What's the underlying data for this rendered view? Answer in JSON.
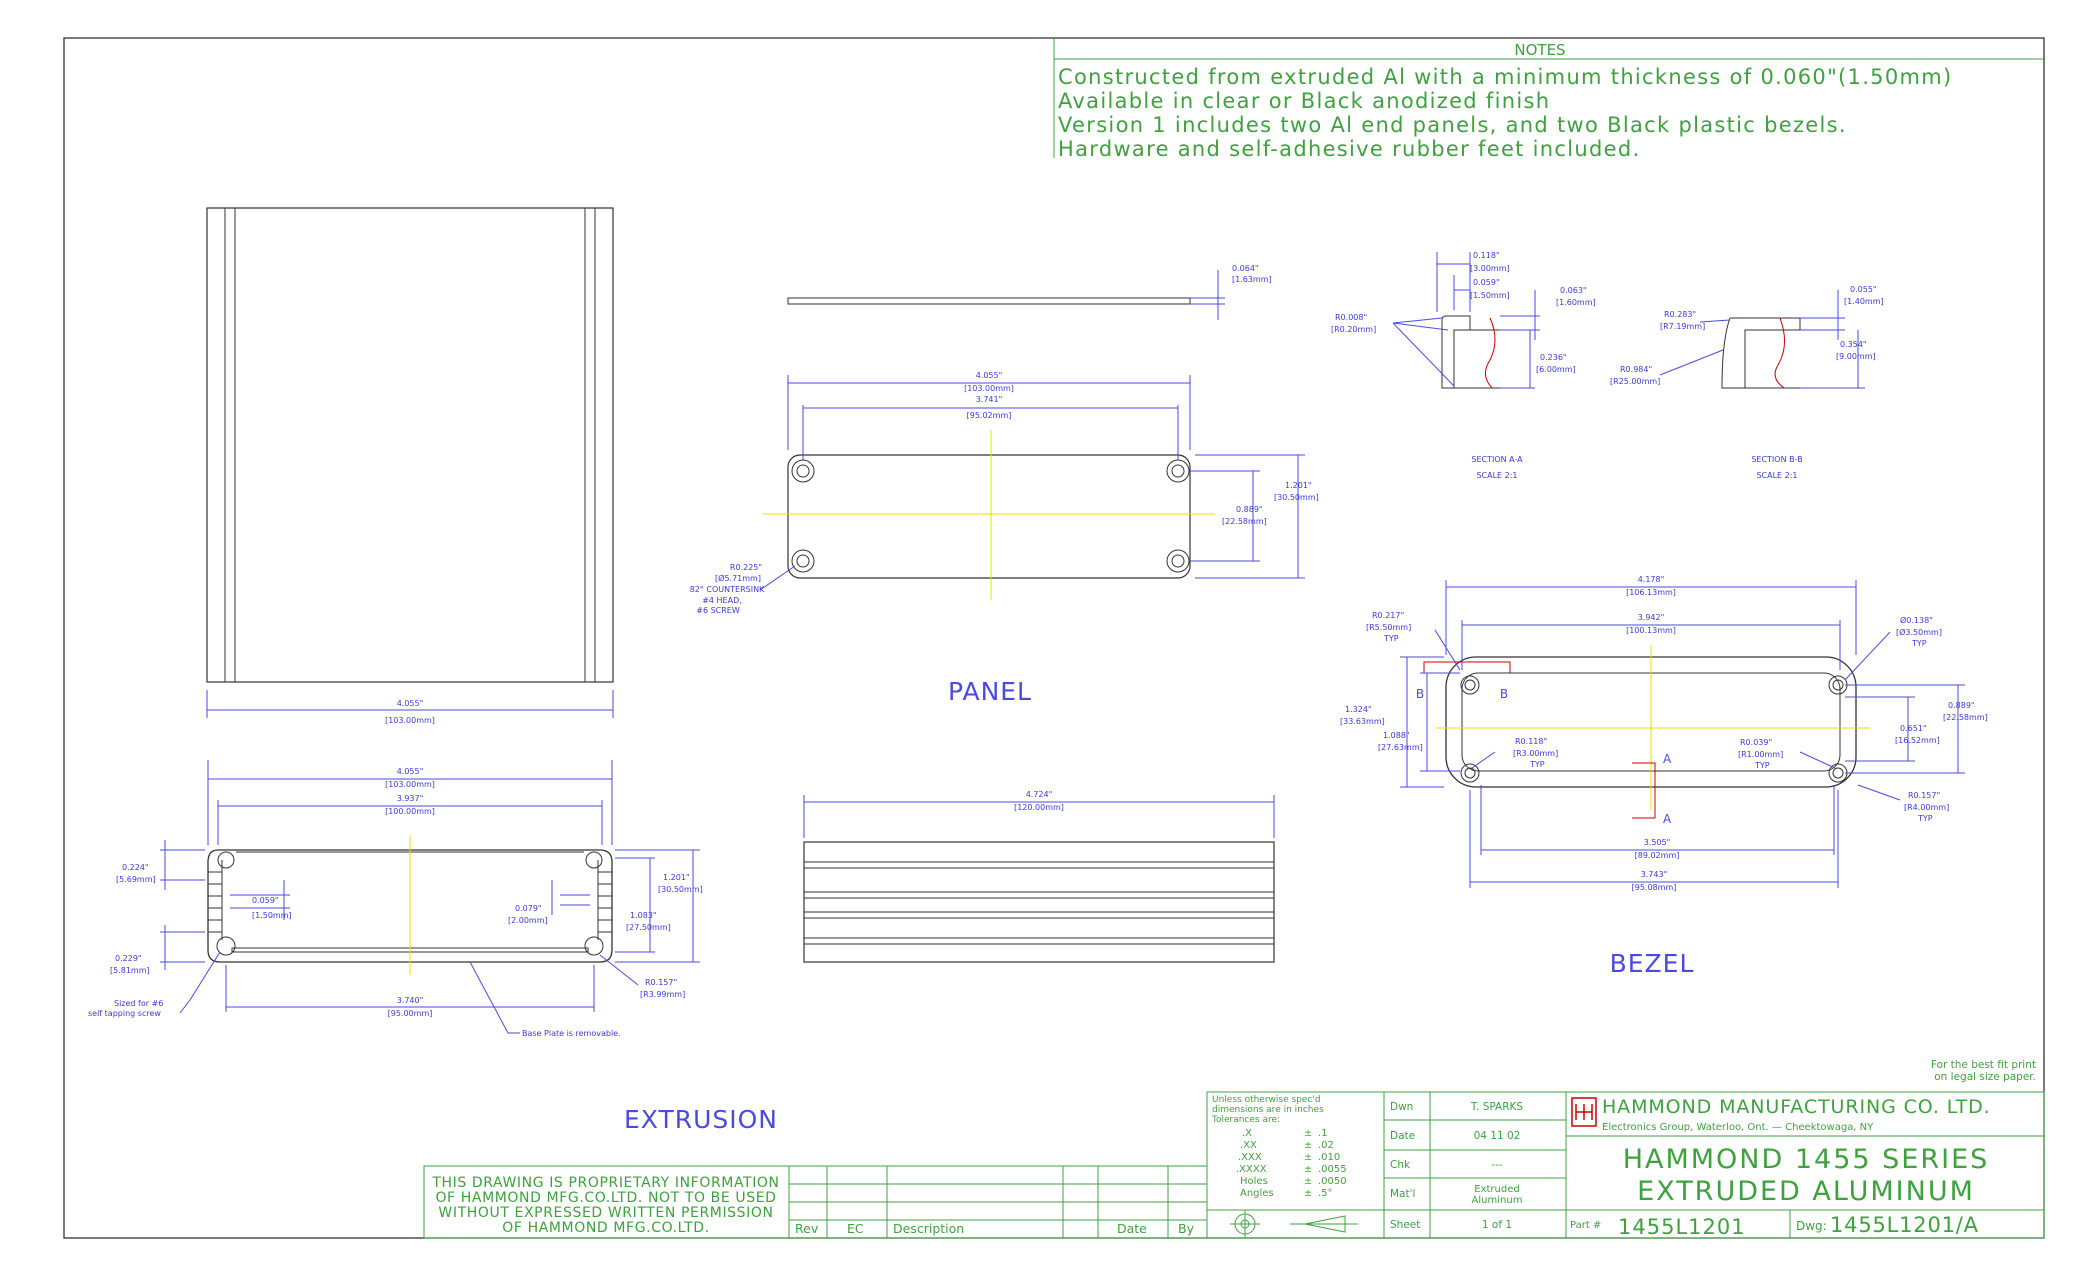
{
  "notes": {
    "heading": "NOTES",
    "lines": [
      "Constructed from extruded Al with a minimum thickness of 0.060\"(1.50mm)",
      "Available in clear or Black anodized finish",
      "Version 1 includes two Al end panels, and two Black plastic bezels.",
      "Hardware and self-adhesive rubber feet included."
    ]
  },
  "views": {
    "panel": "PANEL",
    "bezel": "BEZEL",
    "extrusion": "EXTRUSION",
    "section_aa": "SECTION A-A",
    "section_bb": "SECTION B-B",
    "scale": "SCALE 2:1"
  },
  "dims": {
    "top_width": [
      "4.055\"",
      "[103.00mm]"
    ],
    "panel_thk": [
      "0.064\"",
      "[1.63mm]"
    ],
    "panel_w": [
      "4.055\"",
      "[103.00mm]"
    ],
    "panel_hole_w": [
      "3.741\"",
      "[95.02mm]"
    ],
    "panel_h": [
      "1.201\"",
      "[30.50mm]"
    ],
    "panel_hole_h": [
      "0.889\"",
      "[22.58mm]"
    ],
    "panel_note": [
      "R0.225\"",
      "[Ø5.71mm]",
      "82° COUNTERSINK",
      "#4 HEAD,",
      "#6 SCREW"
    ],
    "ext_w1": [
      "4.055\"",
      "[103.00mm]"
    ],
    "ext_w2": [
      "3.937\"",
      "[100.00mm]"
    ],
    "ext_left_top": [
      "0.224\"",
      "[5.69mm]"
    ],
    "ext_slot": [
      "0.059\"",
      "[1.50mm]"
    ],
    "ext_gap": [
      "0.079\"",
      "[2.00mm]"
    ],
    "ext_h": [
      "1.201\"",
      "[30.50mm]"
    ],
    "ext_h2": [
      "1.083\"",
      "[27.50mm]"
    ],
    "ext_left_bot": [
      "0.229\"",
      "[5.81mm]"
    ],
    "ext_r": [
      "R0.157\"",
      "[R3.99mm]"
    ],
    "ext_bottom_w": [
      "3.740\"",
      "[95.00mm]"
    ],
    "ext_screw": [
      "Sized for #6",
      "self tapping screw"
    ],
    "ext_base": "Base Plate is removable.",
    "length": [
      "4.724\"",
      "[120.00mm]"
    ],
    "sa_top": [
      "0.118\"",
      "[3.00mm]"
    ],
    "sa_mid": [
      "0.059\"",
      "[1.50mm]"
    ],
    "sa_right": [
      "0.063\"",
      "[1.60mm]"
    ],
    "sa_r": [
      "R0.008\"",
      "[R0.20mm]"
    ],
    "sa_h": [
      "0.236\"",
      "[6.00mm]"
    ],
    "sb_r": [
      "R0.283\"",
      "[R7.19mm]"
    ],
    "sb_right": [
      "0.055\"",
      "[1.40mm]"
    ],
    "sb_h": [
      "0.354\"",
      "[9.00mm]"
    ],
    "sb_r2": [
      "R0.984\"",
      "[R25.00mm]"
    ],
    "bz_w1": [
      "4.178\"",
      "[106.13mm]"
    ],
    "bz_w2": [
      "3.942\"",
      "[100.13mm]"
    ],
    "bz_tl": [
      "R0.217\"",
      "[R5.50mm]",
      "TYP"
    ],
    "bz_tr": [
      "Ø0.138\"",
      "[Ø3.50mm]",
      "TYP"
    ],
    "bz_h1": [
      "1.324\"",
      "[33.63mm]"
    ],
    "bz_h2": [
      "1.088\"",
      "[27.63mm]"
    ],
    "bz_r1": [
      "R0.118\"",
      "[R3.00mm]",
      "TYP"
    ],
    "bz_r2": [
      "R0.039\"",
      "[R1.00mm]",
      "TYP"
    ],
    "bz_rh1": [
      "0.889\"",
      "[22.58mm]"
    ],
    "bz_rh2": [
      "0.651\"",
      "[16.52mm]"
    ],
    "bz_br": [
      "R0.157\"",
      "[R4.00mm]",
      "TYP"
    ],
    "bz_bw1": [
      "3.505\"",
      "[89.02mm]"
    ],
    "bz_bw2": [
      "3.743\"",
      "[95.08mm]"
    ],
    "sec_a": "A",
    "sec_b": "B"
  },
  "title_block": {
    "proprietary": [
      "THIS DRAWING IS PROPRIETARY INFORMATION",
      "OF HAMMOND MFG.CO.LTD. NOT TO BE USED",
      "WITHOUT EXPRESSED WRITTEN PERMISSION",
      "OF HAMMOND MFG.CO.LTD."
    ],
    "rev_headers": [
      "Rev",
      "EC",
      "Description",
      "Date",
      "By"
    ],
    "tolerance_lines": [
      "Unless otherwise spec'd",
      "dimensions are in inches",
      "Tolerances are:"
    ],
    "tolerances": [
      [
        ".X",
        "±",
        ".1"
      ],
      [
        ".XX",
        "±",
        ".02"
      ],
      [
        ".XXX",
        "±",
        ".010"
      ],
      [
        ".XXXX",
        "±",
        ".0055"
      ],
      [
        "Holes",
        "±",
        ".0050"
      ],
      [
        "Angles",
        "±",
        ".5°"
      ]
    ],
    "fields": [
      [
        "Dwn",
        "T. SPARKS"
      ],
      [
        "Date",
        "04 11 02"
      ],
      [
        "Chk",
        "---"
      ],
      [
        "Mat'l",
        "Extruded",
        "Aluminum"
      ],
      [
        "Sheet",
        "1   of   1"
      ]
    ],
    "company": "HAMMOND MANUFACTURING CO. LTD.",
    "company_sub": "Electronics Group, Waterloo, Ont. — Cheektowaga, NY",
    "title1": "HAMMOND 1455 SERIES",
    "title2": "EXTRUDED ALUMINUM",
    "part_label": "Part #",
    "part": "1455L1201",
    "dwg_label": "Dwg:",
    "dwg": "1455L1201/A",
    "best_fit": [
      "For the best fit print",
      "on legal size paper."
    ]
  },
  "colors": {
    "frame": "#333333",
    "green": "#3fa03f",
    "blue": "#4a4ae0",
    "center": "#e8e000"
  }
}
